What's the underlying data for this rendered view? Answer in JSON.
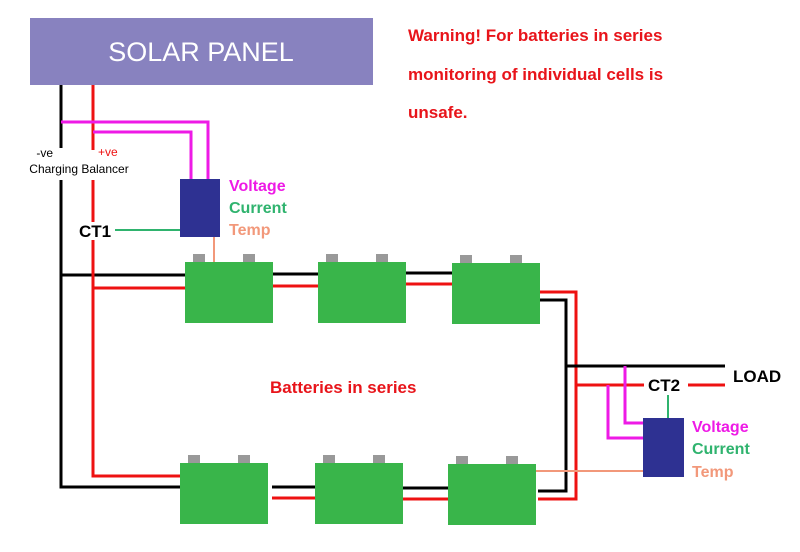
{
  "solar_panel": {
    "label": "SOLAR PANEL",
    "color": "#8882bf"
  },
  "warning": {
    "lines": [
      "Warning! For batteries in series",
      "monitoring of individual cells is",
      "unsafe."
    ],
    "color": "#e8141a"
  },
  "wires": {
    "negative_label": "-ve",
    "positive_label": "+ve",
    "balancer_label": "Charging Balancer",
    "negative_color": "#000000",
    "positive_color": "#ee1111",
    "voltage_color": "#ee1ae6",
    "current_color": "#2fb36e",
    "temp_color": "#f2987a"
  },
  "sensor1": {
    "ct_label": "CT1",
    "voltage": "Voltage",
    "current": "Current",
    "temp": "Temp",
    "color": "#2e3192"
  },
  "sensor2": {
    "ct_label": "CT2",
    "voltage": "Voltage",
    "current": "Current",
    "temp": "Temp",
    "color": "#2e3192"
  },
  "batteries": {
    "label": "Batteries in series",
    "count_top": 3,
    "count_bottom": 3,
    "color": "#39b54a",
    "terminal_color": "#999999"
  },
  "load": {
    "label": "LOAD"
  }
}
